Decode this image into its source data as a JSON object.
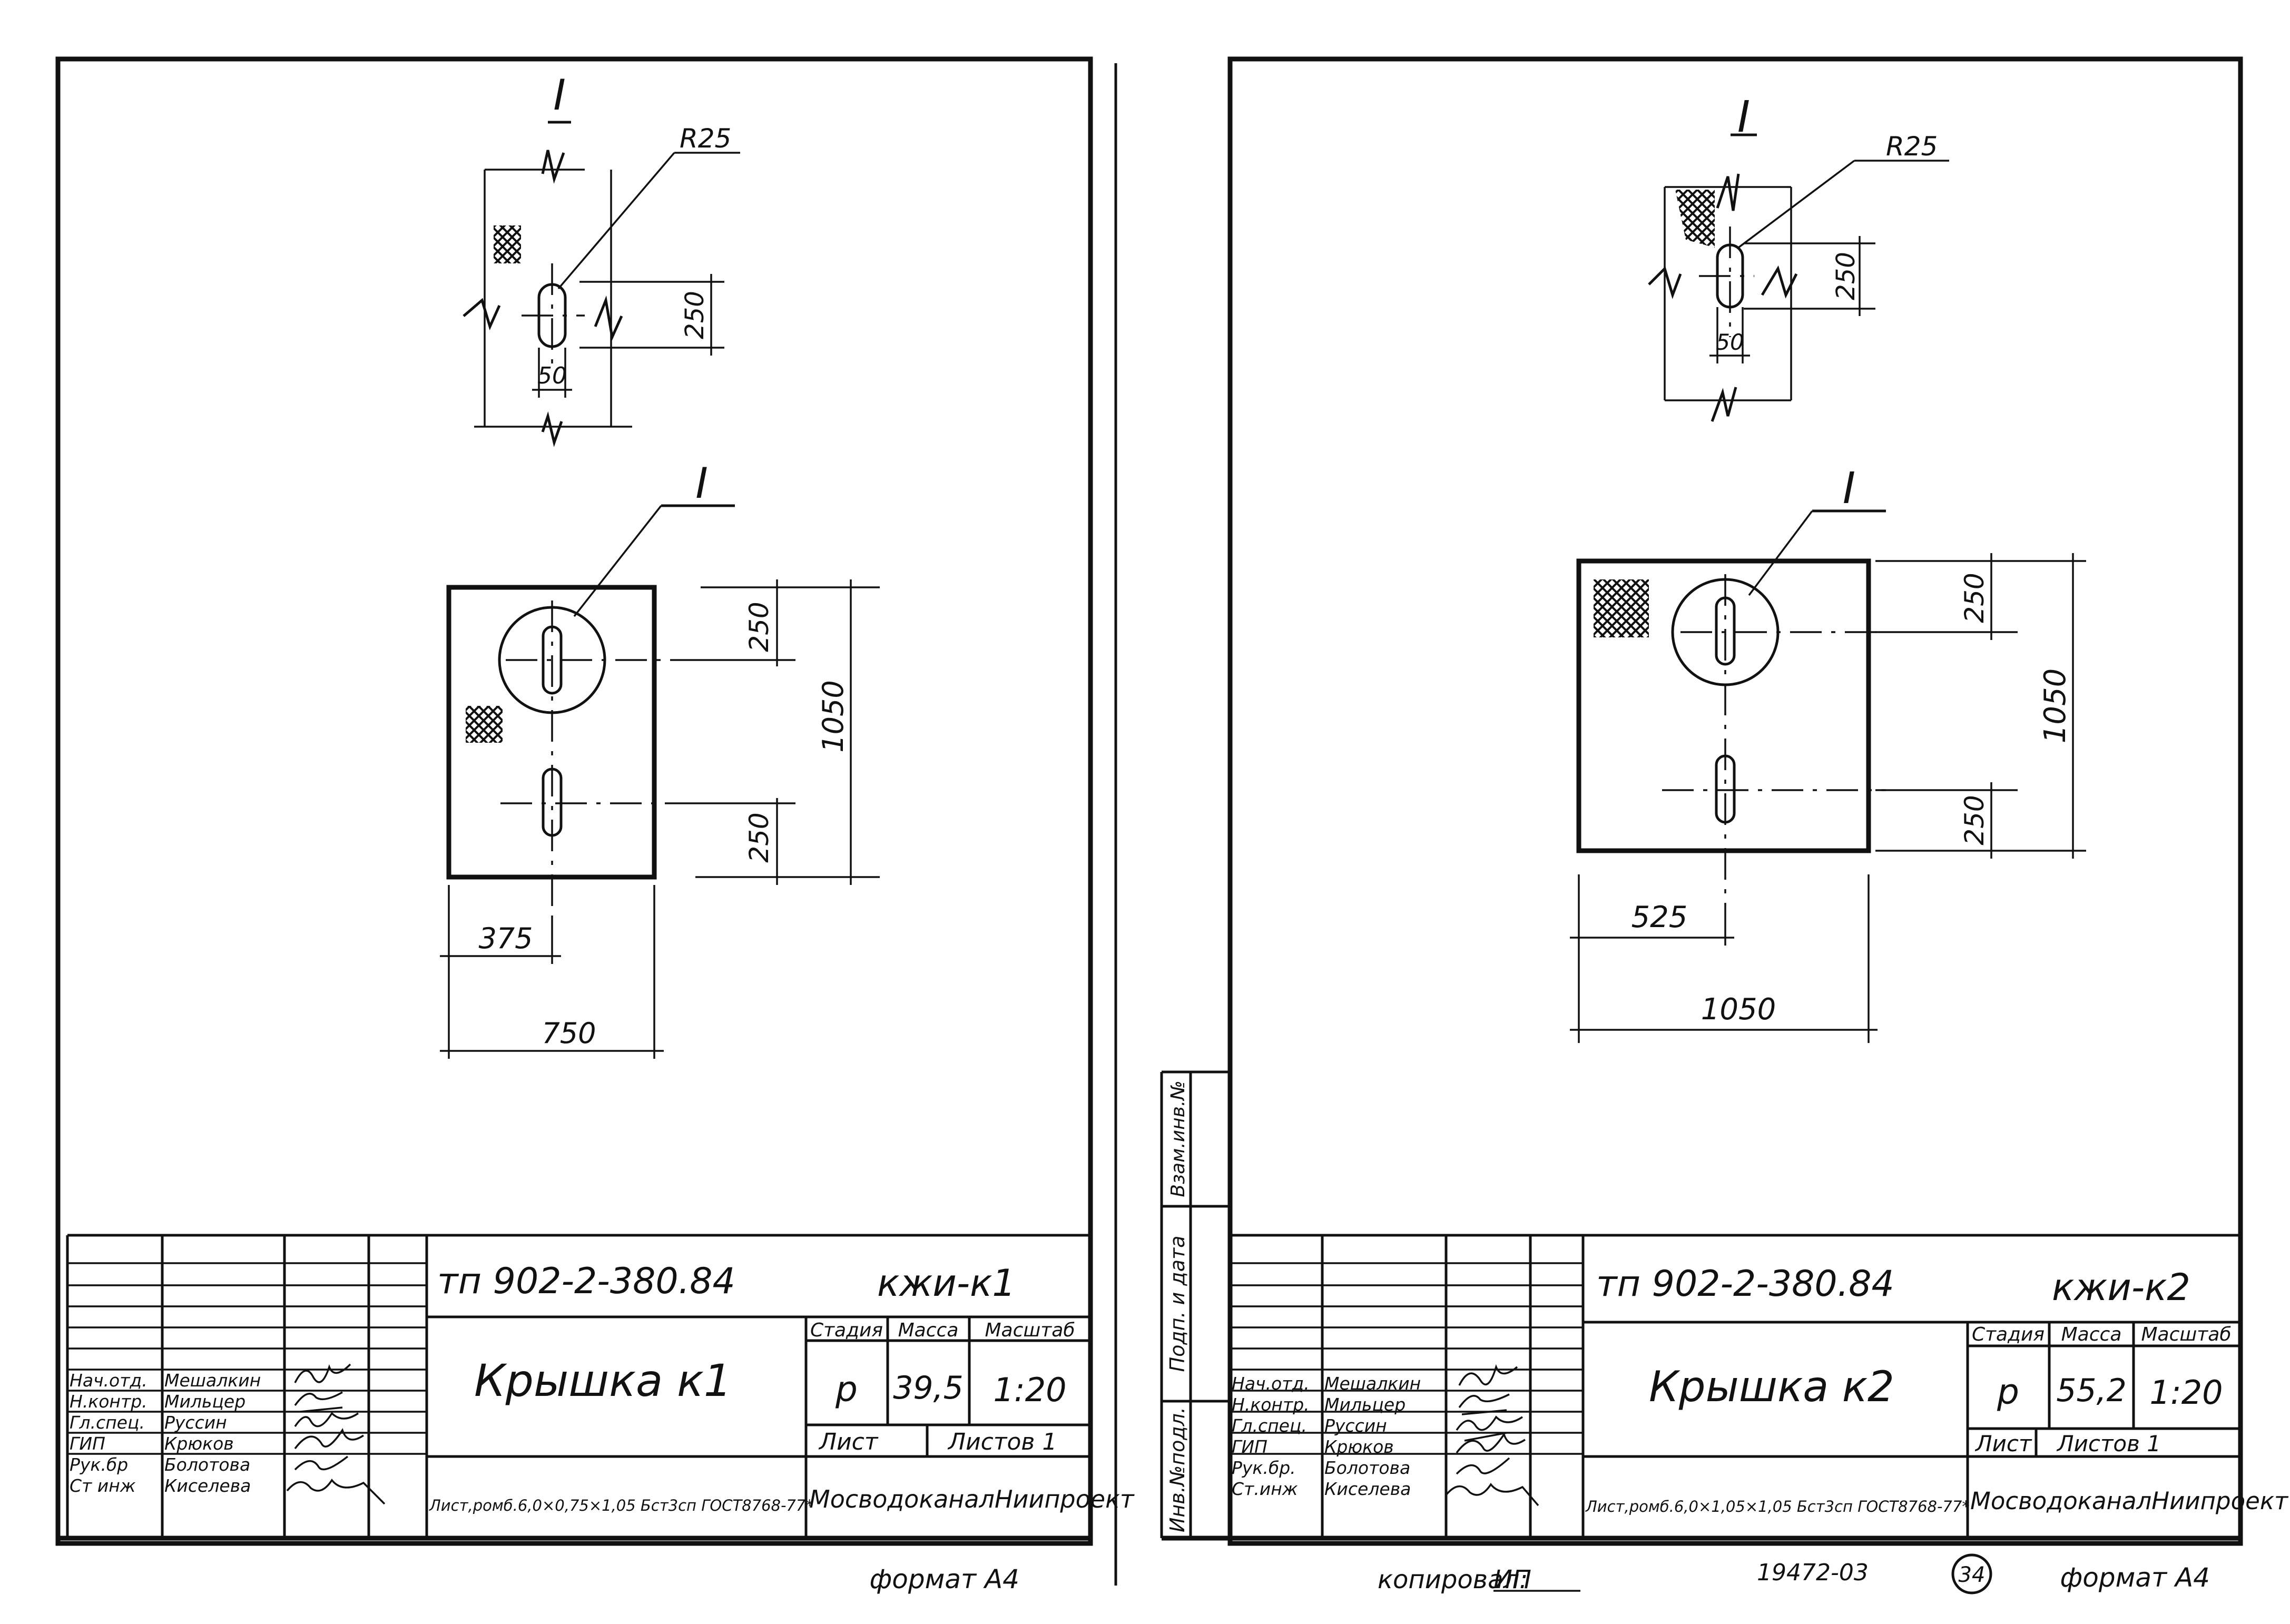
{
  "sheets": [
    {
      "project": "тп 902-2-380.84",
      "code": "кжи-к1",
      "title": "Крышка к1",
      "headers": [
        "Стадия",
        "Масса",
        "Масштаб"
      ],
      "values": [
        "р",
        "39,5",
        "1:20"
      ],
      "list_label": "Лист",
      "lists_label": "Листов 1",
      "roles": [
        "Нач.отд.",
        "Н.контр.",
        "Гл.спец.",
        "ГИП",
        "Рук.бр",
        "Ст инж"
      ],
      "names": [
        "Мешалкин",
        "Мильцер",
        "Руссин",
        "Крюков",
        "Болотова",
        "Киселева"
      ],
      "material": "Лист,ромб.6,0×0,75×1,05 Бст3сп ГОСТ8768-77*",
      "organization": "МосводоканалНиипроект",
      "format": "формат А4",
      "detail_mark": "I",
      "detail_leader_mark": "I",
      "radius": "R25",
      "detail_dims": [
        "250",
        "50"
      ],
      "plan_dims": [
        "250",
        "250",
        "1050",
        "375",
        "750"
      ]
    },
    {
      "project": "тп 902-2-380.84",
      "code": "кжи-к2",
      "title": "Крышка к2",
      "headers": [
        "Стадия",
        "Масса",
        "Масштаб"
      ],
      "values": [
        "р",
        "55,2",
        "1:20"
      ],
      "list_label": "Лист",
      "lists_label": "Листов 1",
      "roles": [
        "Нач.отд.",
        "Н.контр.",
        "Гл.спец.",
        "ГИП",
        "Рук.бр.",
        "Ст.инж"
      ],
      "names": [
        "Мешалкин",
        "Мильцер",
        "Руссин",
        "Крюков",
        "Болотова",
        "Киселева"
      ],
      "material": "Лист,ромб.6,0×1,05×1,05 Бст3сп ГОСТ8768-77*",
      "organization": "МосводоканалНиипроект",
      "format": "формат А4",
      "detail_mark": "I",
      "detail_leader_mark": "I",
      "radius": "R25",
      "detail_dims": [
        "250",
        "50"
      ],
      "plan_dims": [
        "250",
        "250",
        "1050",
        "525",
        "1050"
      ],
      "side_stamp": [
        "Инв.№подл.",
        "Подп. и дата",
        "Взам.инв.№"
      ],
      "copied": "копировал:",
      "copied_sign": "ИП",
      "archive_no": "19472-03",
      "sheet_no": "34"
    }
  ]
}
